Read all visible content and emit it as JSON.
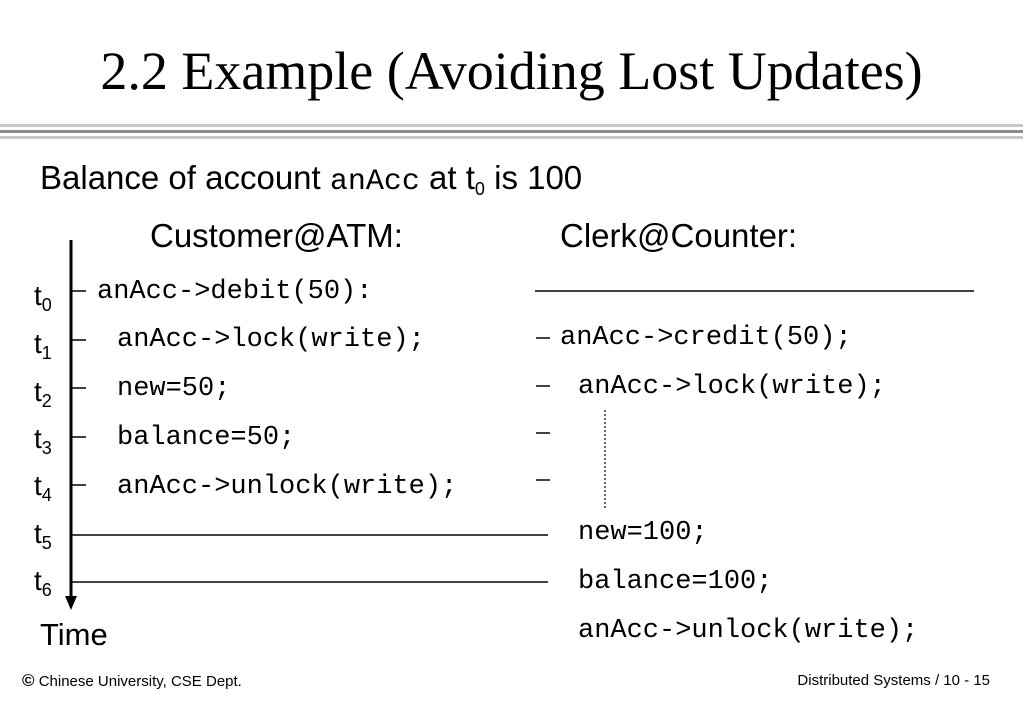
{
  "title": "2.2 Example (Avoiding Lost Updates)",
  "subtitle": {
    "prefix": "Balance of account ",
    "account": "anAcc",
    "mid": " at t",
    "sub": "0",
    "suffix": " is 100"
  },
  "columns": {
    "customer": "Customer@ATM:",
    "clerk": "Clerk@Counter:"
  },
  "time_labels": [
    {
      "base": "t",
      "sub": "0"
    },
    {
      "base": "t",
      "sub": "1"
    },
    {
      "base": "t",
      "sub": "2"
    },
    {
      "base": "t",
      "sub": "3"
    },
    {
      "base": "t",
      "sub": "4"
    },
    {
      "base": "t",
      "sub": "5"
    },
    {
      "base": "t",
      "sub": "6"
    }
  ],
  "customer_code": [
    "anAcc->debit(50):",
    "anAcc->lock(write);",
    "new=50;",
    "balance=50;",
    "anAcc->unlock(write);"
  ],
  "clerk_code": [
    "anAcc->credit(50);",
    "anAcc->lock(write);",
    "new=100;",
    "balance=100;",
    "anAcc->unlock(write);"
  ],
  "time_axis_label": "Time",
  "footer": {
    "copyright_symbol": "©",
    "left": "Chinese University, CSE Dept.",
    "right": "Distributed Systems / 10 - 15"
  },
  "colors": {
    "separator_dark": "#8c8c8c",
    "separator_light": "#c8c8c8",
    "line": "#000000"
  }
}
